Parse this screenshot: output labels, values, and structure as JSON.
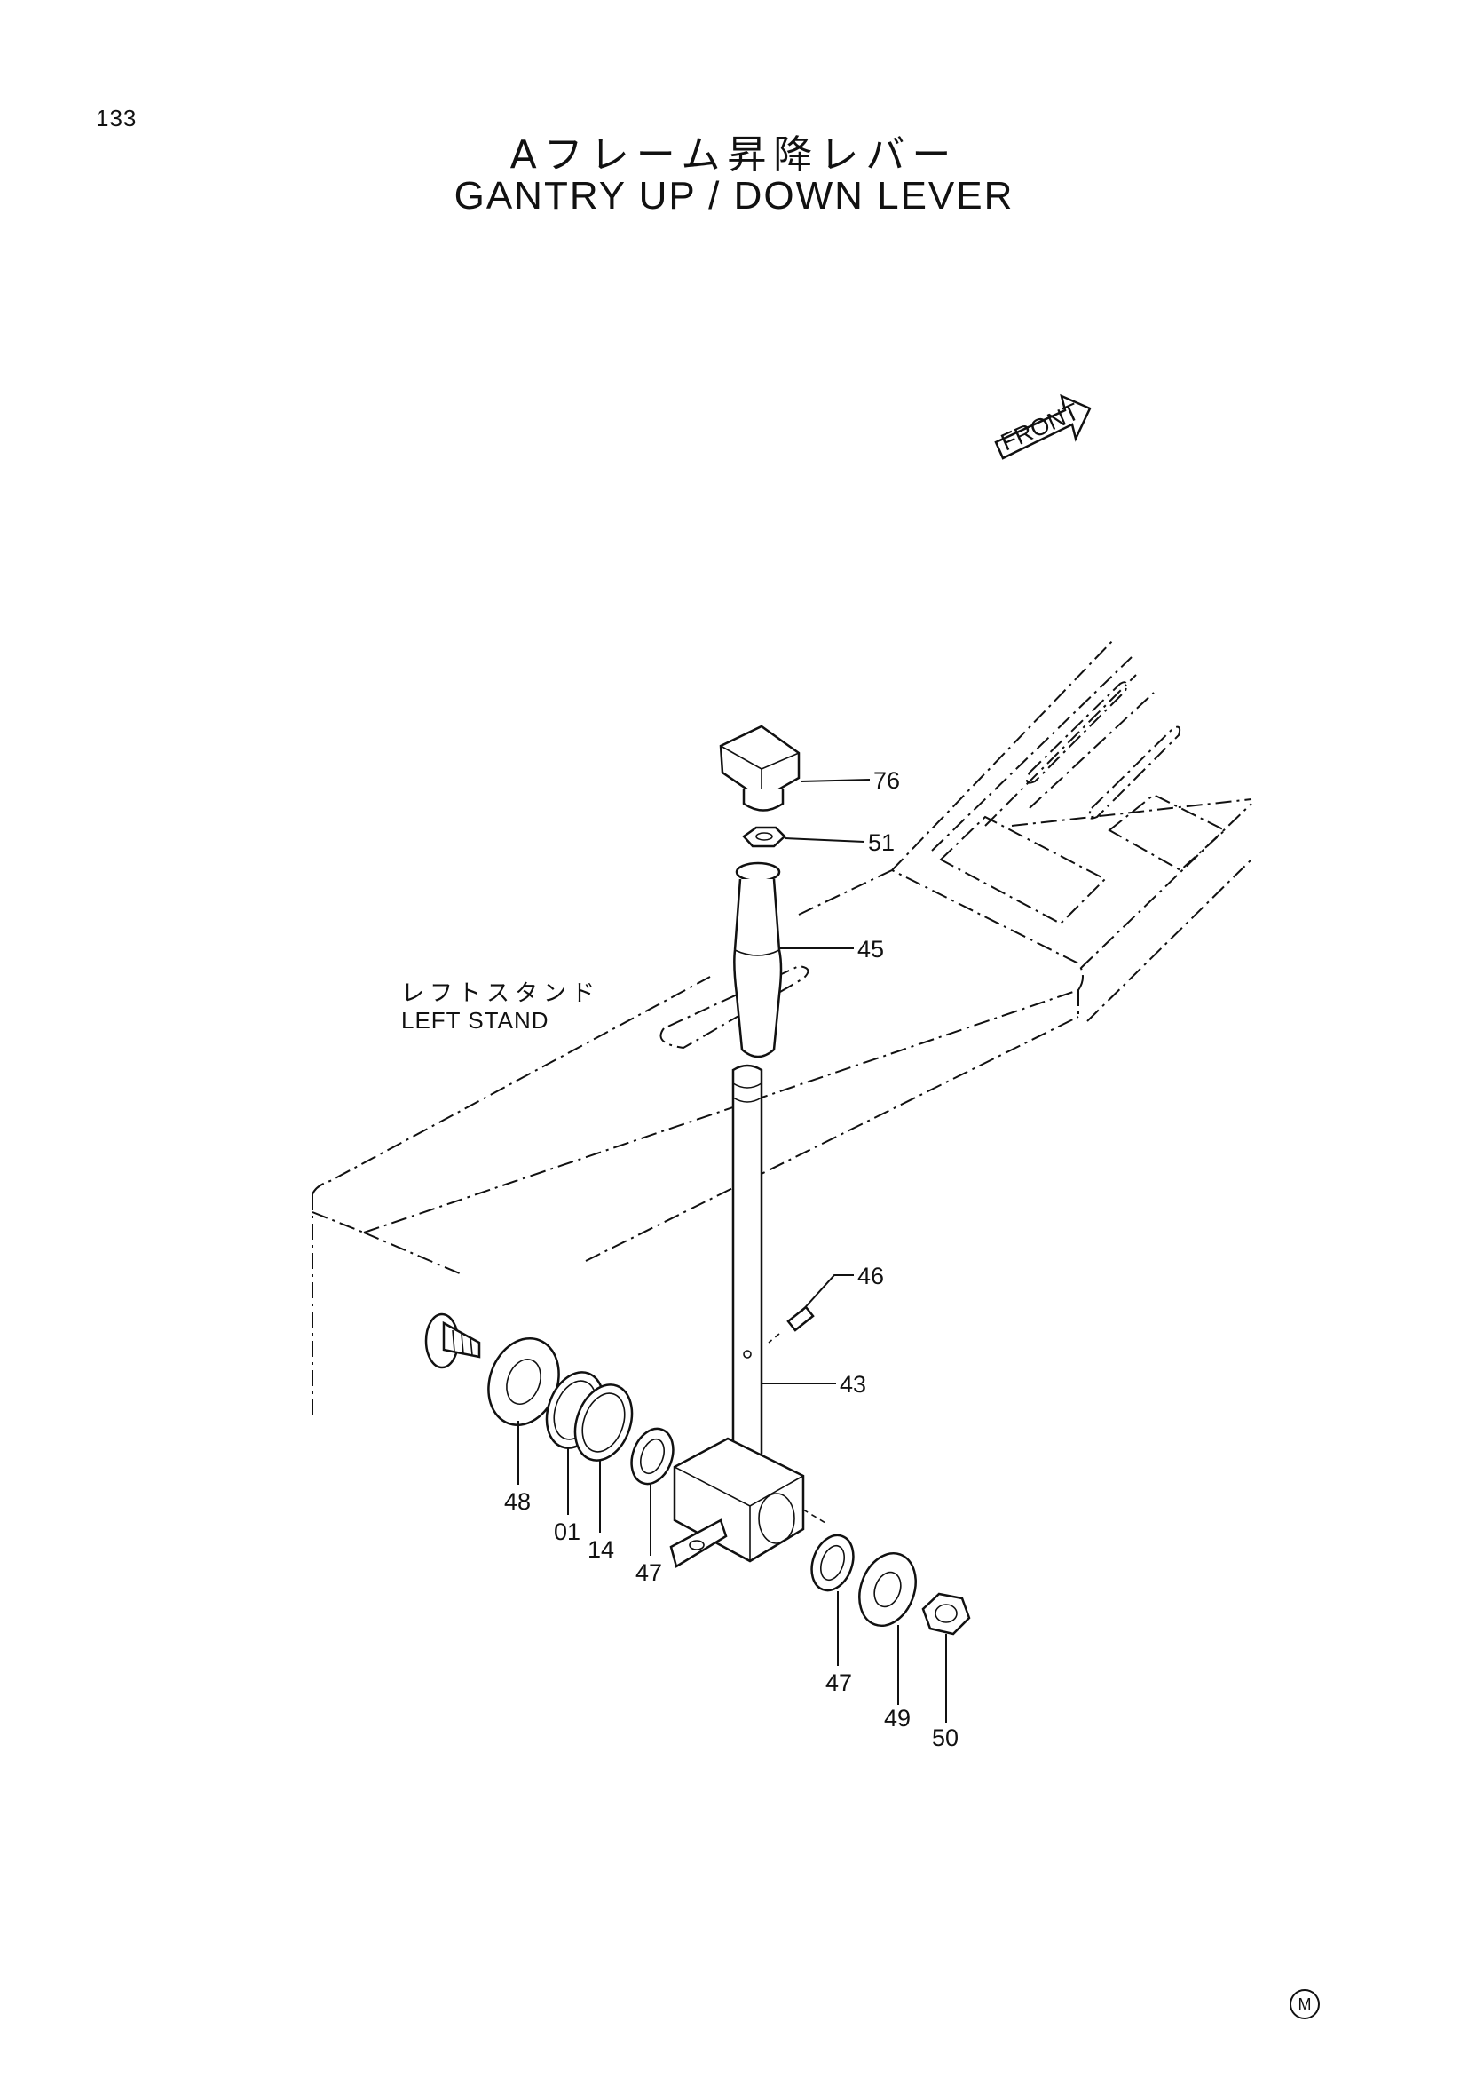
{
  "page": {
    "number": "133",
    "title_jp": "Aフレーム昇降レバー",
    "title_en": "GANTRY UP / DOWN LEVER"
  },
  "front_arrow": {
    "label": "FRONT"
  },
  "labels": {
    "left_stand_jp": "レフトスタンド",
    "left_stand_en": "LEFT STAND"
  },
  "callouts": [
    "76",
    "51",
    "45",
    "46",
    "43",
    "48",
    "01",
    "14",
    "47",
    "47",
    "49",
    "50"
  ],
  "mark": "M"
}
